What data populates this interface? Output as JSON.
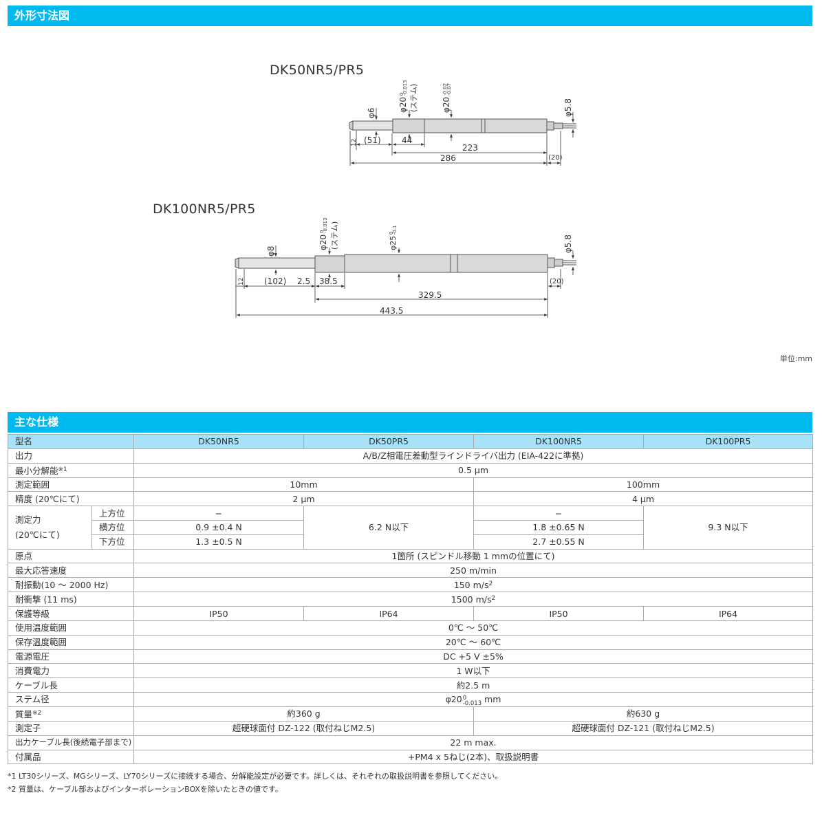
{
  "sections": {
    "outline_title": "外形寸法図",
    "spec_title": "主な仕様",
    "unit": "単位:mm"
  },
  "drawing1": {
    "title": "DK50NR5/PR5",
    "phi6": "φ6",
    "stem_base": "φ20",
    "stem_tol_top": "0",
    "stem_tol_bot": "-0.013",
    "stem_note": "(ステム)",
    "body_base": "φ20",
    "body_tol_top": "-0.02",
    "body_tol_bot": "-0.07",
    "phi58": "φ5.8",
    "d12": "12",
    "d51": "(51)",
    "d44": "44",
    "d223": "223",
    "d286": "286",
    "d20": "(20)"
  },
  "drawing2": {
    "title": "DK100NR5/PR5",
    "phi8": "φ8",
    "stem_base": "φ20",
    "stem_tol_top": "0",
    "stem_tol_bot": "-0.013",
    "stem_note": "(ステム)",
    "body_base": "φ25",
    "body_tol_top": "0",
    "body_tol_bot": "-0.1",
    "phi58": "φ5.8",
    "d12": "12",
    "d102": "(102)",
    "d25": "2.5",
    "d385": "38.5",
    "d3295": "329.5",
    "d4435": "443.5",
    "d20": "(20)"
  },
  "spec": {
    "hdr": [
      "型名",
      "DK50NR5",
      "DK50PR5",
      "DK100NR5",
      "DK100PR5"
    ],
    "output": [
      "出力",
      "A/B/Z相電圧差動型ラインドライバ出力 (EIA-422に準拠)"
    ],
    "resolution": [
      "最小分解能",
      "※1",
      "0.5 μm"
    ],
    "range": [
      "測定範囲",
      "10mm",
      "100mm"
    ],
    "accuracy": [
      "精度 (20℃にて)",
      "2 μm",
      "4 μm"
    ],
    "force": {
      "label1": "測定力",
      "label2": "(20℃にて)",
      "up": "上方位",
      "side": "横方位",
      "down": "下方位",
      "dash1": "−",
      "dash2": "−",
      "side50": "0.9 ±0.4 N",
      "down50": "1.3 ±0.5 N",
      "pr50": "6.2 N以下",
      "side100": "1.8 ±0.65 N",
      "down100": "2.7 ±0.55 N",
      "pr100": "9.3 N以下"
    },
    "origin": [
      "原点",
      "1箇所 (スピンドル移動 1 mmの位置にて)"
    ],
    "speed": [
      "最大応答速度",
      "250 m/min"
    ],
    "vibration": [
      "耐振動(10 ～ 2000 Hz)",
      "150 m/s",
      "2"
    ],
    "shock": [
      "耐衝撃 (11 ms)",
      "1500 m/s",
      "2"
    ],
    "ip": [
      "保護等級",
      "IP50",
      "IP64",
      "IP50",
      "IP64"
    ],
    "optemp": [
      "使用温度範囲",
      "0℃ ～ 50℃"
    ],
    "sttemp": [
      "保存温度範囲",
      "20℃ ～ 60℃"
    ],
    "power": [
      "電源電圧",
      "DC +5 V ±5%"
    ],
    "consumption": [
      "消費電力",
      "1 W以下"
    ],
    "cable": [
      "ケーブル長",
      "約2.5 m"
    ],
    "stem": [
      "ステム径",
      "φ20",
      "0",
      "-0.013",
      "mm"
    ],
    "mass": [
      "質量",
      "※2",
      "約360 g",
      "約630 g"
    ],
    "probe": [
      "測定子",
      "超硬球面付 DZ-122 (取付ねじM2.5)",
      "超硬球面付 DZ-121 (取付ねじM2.5)"
    ],
    "outcable": [
      "出力ケーブル長(後続電子部まで)",
      "22 m max."
    ],
    "accessory": [
      "付属品",
      "+PM4 x 5ねじ(2本)、取扱説明書"
    ]
  },
  "notes": {
    "n1": "*1 LT30シリーズ、MGシリーズ、LY70シリーズに接続する場合、分解能設定が必要です。詳しくは、それぞれの取扱説明書を参照してください。",
    "n2": "*2 質量は、ケーブル部およびインターポレーションBOXを除いたときの値です。"
  }
}
